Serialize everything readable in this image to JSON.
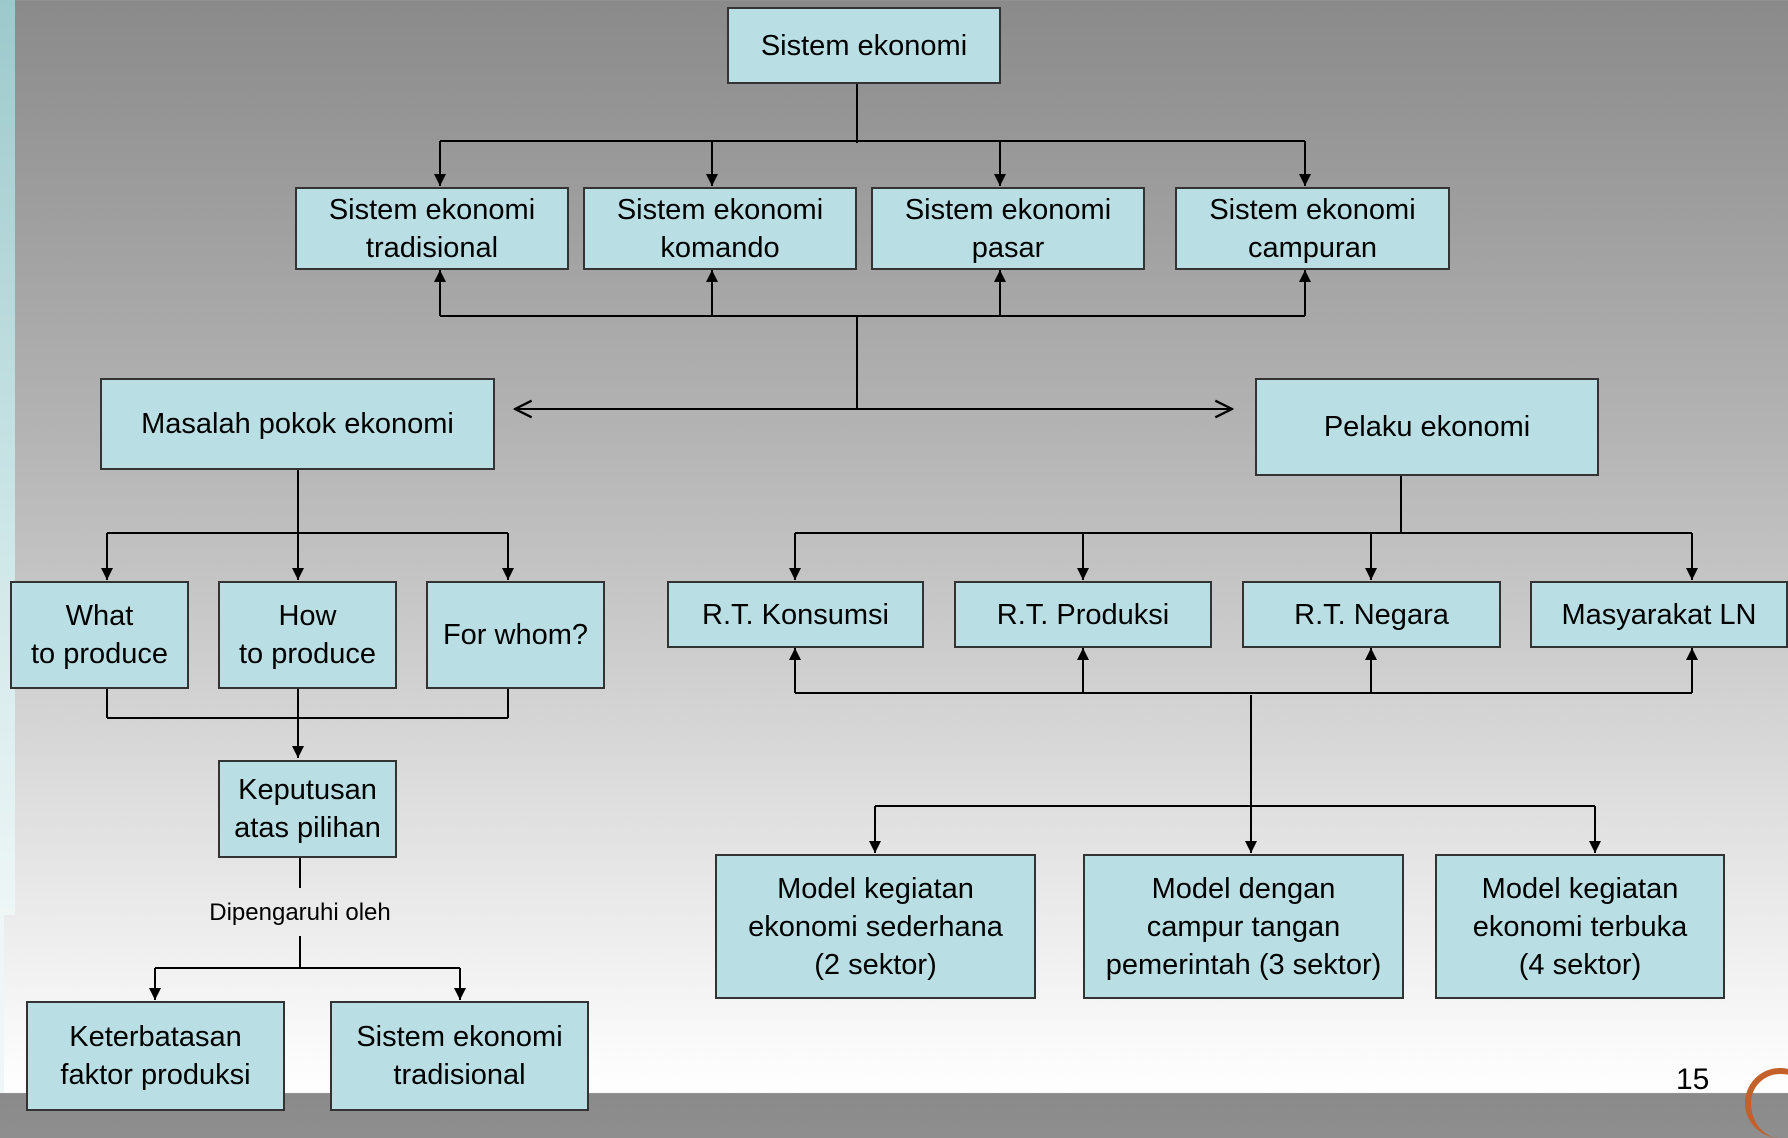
{
  "diagram": {
    "root": "Sistem ekonomi",
    "systems": [
      "Sistem ekonomi\ntradisional",
      "Sistem ekonomi\nkomando",
      "Sistem ekonomi\npasar",
      "Sistem ekonomi\ncampuran"
    ],
    "left_branch": "Masalah pokok ekonomi",
    "right_branch": "Pelaku ekonomi",
    "questions": [
      "What\nto produce",
      "How\nto produce",
      "For whom?"
    ],
    "decision": "Keputusan\natas pilihan",
    "influence_label": "Dipengaruhi oleh",
    "factors": [
      "Keterbatasan\nfaktor produksi",
      "Sistem ekonomi\ntradisional"
    ],
    "actors": [
      "R.T. Konsumsi",
      "R.T. Produksi",
      "R.T. Negara",
      "Masyarakat LN"
    ],
    "models": [
      "Model kegiatan\nekonomi sederhana\n(2 sektor)",
      "Model dengan\ncampur tangan\npemerintah (3 sektor)",
      "Model kegiatan\nekonomi terbuka\n(4 sektor)"
    ]
  },
  "page_number": "15",
  "colors": {
    "box_fill": "#b9dfe4",
    "box_border": "#333333",
    "line": "#000000",
    "accent": "#9cc9cc",
    "logo": "#c4602a"
  }
}
